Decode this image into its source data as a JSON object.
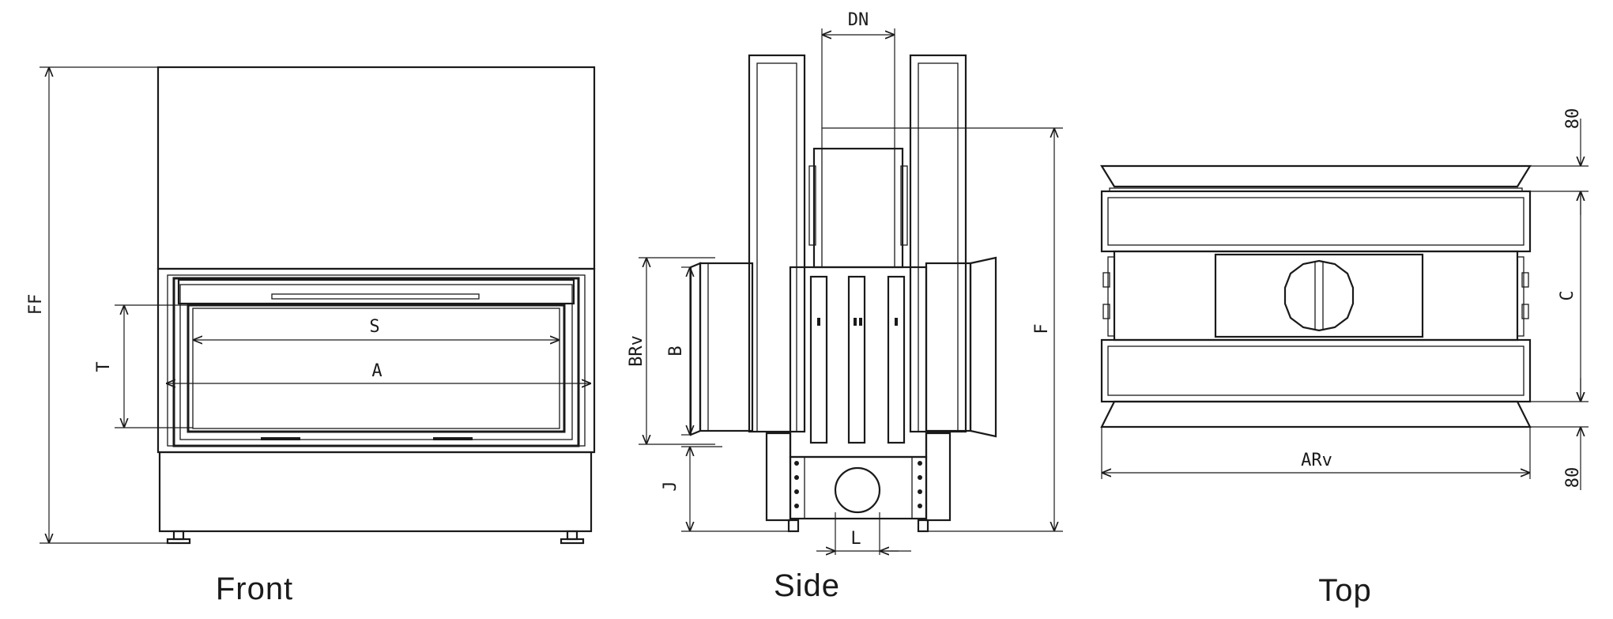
{
  "views": {
    "front": {
      "caption": "Front"
    },
    "side": {
      "caption": "Side"
    },
    "top": {
      "caption": "Top"
    }
  },
  "dimension_labels": {
    "front": {
      "ff": "FF",
      "t": "T",
      "s": "S",
      "a": "A"
    },
    "side": {
      "dn": "DN",
      "brv": "BRv",
      "b": "B",
      "j": "J",
      "f": "F",
      "l": "L"
    },
    "top": {
      "c": "C",
      "arv": "ARv",
      "top_offset": "80",
      "bottom_offset": "80"
    }
  }
}
